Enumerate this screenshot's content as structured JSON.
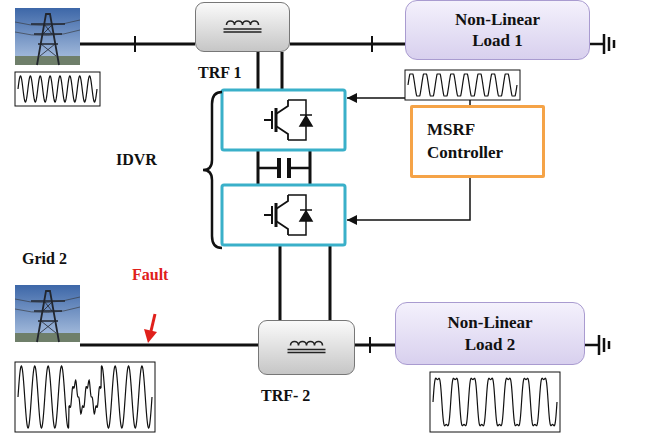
{
  "diagram": {
    "nodes": [
      {
        "text": [
          "TRF 1"
        ]
      },
      {
        "text": [
          "Non-Linear Load 1"
        ]
      },
      {
        "text": [
          "MSRF Controller"
        ]
      },
      {
        "text": [
          "TRF- 2"
        ]
      },
      {
        "text": [
          "Non-Linear Load 2"
        ]
      }
    ],
    "edges": [
      {
        "from": 0,
        "to": 1,
        "arrow": "none"
      },
      {
        "from": 3,
        "to": 4,
        "arrow": "none"
      }
    ],
    "labels": [
      "IDVR",
      "Grid 2",
      "Fault"
    ]
  }
}
